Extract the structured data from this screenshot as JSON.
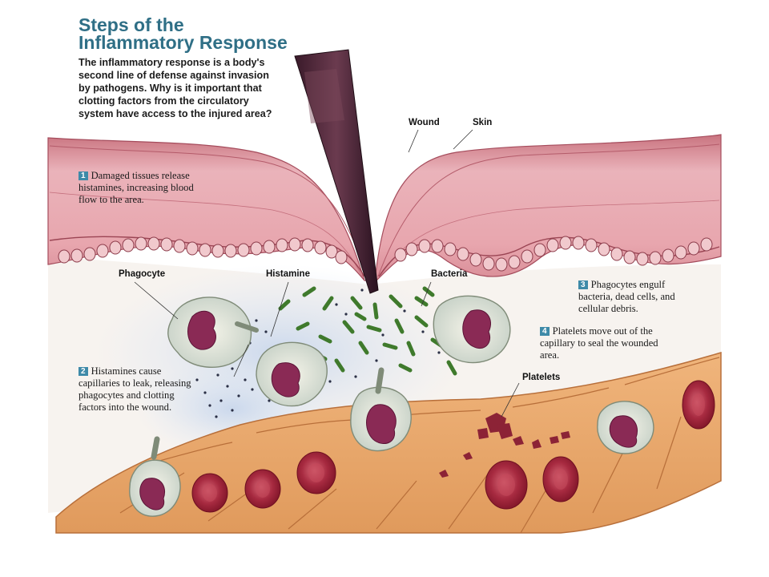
{
  "title": "Steps of the\nInflammatory Response",
  "intro": "The inflammatory response is a body's second line of defense against invasion by pathogens. Why is it important that clotting factors from the circulatory system have access to the injured area?",
  "labels": {
    "wound": "Wound",
    "skin": "Skin",
    "phagocyte": "Phagocyte",
    "histamine": "Histamine",
    "bacteria": "Bacteria",
    "platelets": "Platelets"
  },
  "steps": [
    {
      "number": "1",
      "text": "Damaged tissues release histamines, increasing blood flow to the area."
    },
    {
      "number": "2",
      "text": "Histamines cause capillaries to leak, releasing phagocytes and clotting factors into the wound."
    },
    {
      "number": "3",
      "text": "Phagocytes engulf bacteria, dead cells, and cellular debris."
    },
    {
      "number": "4",
      "text": "Platelets move out of the capillary to seal the wounded area."
    }
  ],
  "colors": {
    "title": "#2f6f86",
    "step_badge": "#3e8aa8",
    "skin": "#e8a9b1",
    "capillary": "#e6a86b",
    "red_blood_cell": "#9e1f35",
    "phagocyte_nucleus": "#8a2a55",
    "bacteria": "#3f7a2c"
  }
}
